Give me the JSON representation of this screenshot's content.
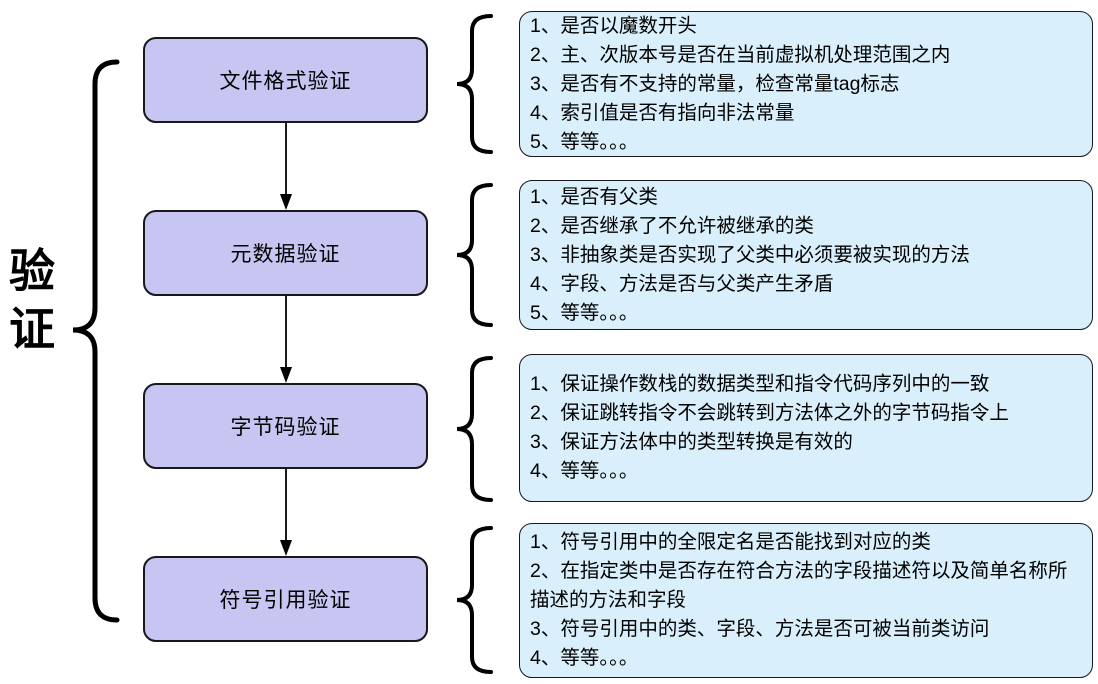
{
  "diagram": {
    "root_label": "验证",
    "stages": [
      {
        "label": "文件格式验证",
        "items": [
          "1、是否以魔数开头",
          "2、主、次版本号是否在当前虚拟机处理范围之内",
          "3、是否有不支持的常量，检查常量tag标志",
          "4、索引值是否有指向非法常量",
          "5、等等。。。"
        ]
      },
      {
        "label": "元数据验证",
        "items": [
          "1、是否有父类",
          "2、是否继承了不允许被继承的类",
          "3、非抽象类是否实现了父类中必须要被实现的方法",
          "4、字段、方法是否与父类产生矛盾",
          "5、等等。。。"
        ]
      },
      {
        "label": "字节码验证",
        "items": [
          "1、保证操作数栈的数据类型和指令代码序列中的一致",
          "2、保证跳转指令不会跳转到方法体之外的字节码指令上",
          "3、保证方法体中的类型转换是有效的",
          "4、等等。。。"
        ]
      },
      {
        "label": "符号引用验证",
        "items": [
          "1、符号引用中的全限定名是否能找到对应的类",
          "2、在指定类中是否存在符合方法的字段描述符以及简单名称所描述的方法和字段",
          "3、符号引用中的类、字段、方法是否可被当前类访问",
          "4、等等。。。"
        ]
      }
    ],
    "colors": {
      "stage_fill": "#c7c5f2",
      "detail_fill": "#d9effb",
      "stroke": "#17171c",
      "text": "#000000",
      "background": "#ffffff"
    }
  }
}
